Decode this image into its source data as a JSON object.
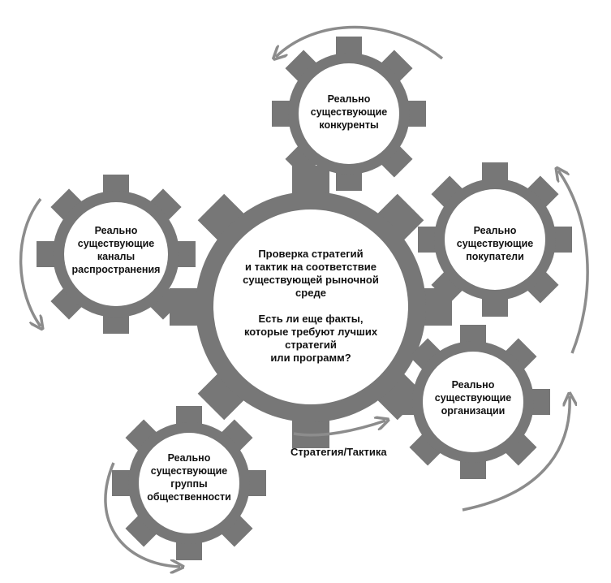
{
  "colors": {
    "gear": "#777777",
    "gear_face": "#ffffff",
    "arrow": "#8c8c8c",
    "text": "#111111"
  },
  "center": {
    "lines": [
      "Проверка стратегий",
      "и тактик на соответствие",
      "существующей рыночной",
      "среде",
      "",
      "Есть ли еще факты,",
      "которые требуют лучших",
      "стратегий",
      "или программ?"
    ]
  },
  "gears": {
    "competitors": {
      "lines": [
        "Реально",
        "существующие",
        "конкуренты"
      ]
    },
    "channels": {
      "lines": [
        "Реально",
        "существующие",
        "каналы",
        "распространения"
      ]
    },
    "buyers": {
      "lines": [
        "Реально",
        "существующие",
        "покупатели"
      ]
    },
    "organizations": {
      "lines": [
        "Реально",
        "существующие",
        "организации"
      ]
    },
    "public_groups": {
      "lines": [
        "Реально",
        "существующие",
        "группы",
        "общественности"
      ]
    }
  },
  "strategy_label": "Стратегия/Тактика"
}
